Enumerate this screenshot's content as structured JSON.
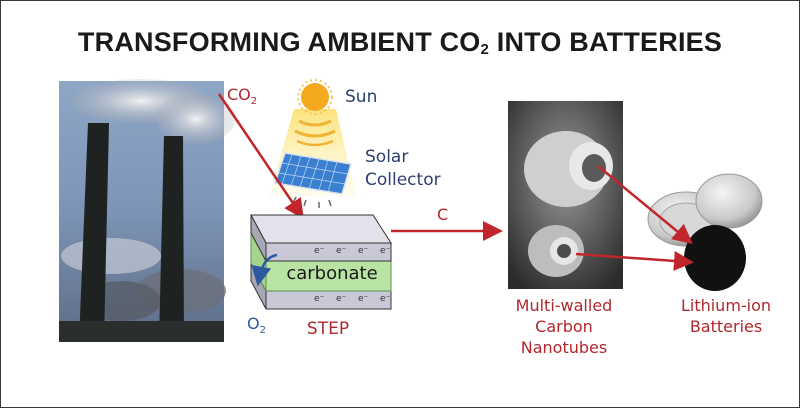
{
  "title": {
    "main": "TRANSFORMING AMBIENT CO",
    "subscript": "2",
    "rest": " INTO BATTERIES"
  },
  "diagram": {
    "source": {
      "image": "smokestacks-photo",
      "co2_label": "CO",
      "co2_sub": "2"
    },
    "sun": {
      "label": "Sun",
      "icon": "sun-icon"
    },
    "solar_collector": {
      "label_line1": "Solar",
      "label_line2": "Collector",
      "icon": "solar-panel-icon"
    },
    "step_cell": {
      "label": "STEP",
      "middle_layer": "carbonate",
      "electron_symbol": "e⁻",
      "o2_label": "O",
      "o2_sub": "2"
    },
    "carbon_arrow": {
      "label": "C"
    },
    "nanotubes": {
      "image": "sem-nanotubes-photo",
      "label_line1": "Multi-walled",
      "label_line2": "Carbon",
      "label_line3": "Nanotubes"
    },
    "batteries": {
      "image": "coin-cell-batteries-photo",
      "label_line1": "Lithium-ion",
      "label_line2": "Batteries"
    }
  },
  "colors": {
    "arrow_red": "#c0262c",
    "label_red": "#b0282c",
    "label_navy": "#2d3f6e",
    "carbonate_green": "#b9e3a3",
    "plate_gray": "#c9c8d6",
    "sun_orange": "#f4a91f",
    "solar_blue": "#3b7fd0"
  }
}
